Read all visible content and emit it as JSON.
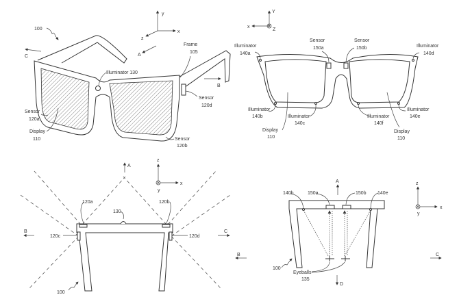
{
  "fig1": {
    "ref_100": "100",
    "axis": {
      "y": "y",
      "x": "x",
      "z": "z"
    },
    "dir_a": "A",
    "dir_b": "B",
    "dir_c": "C",
    "frame": [
      "Frame",
      "105"
    ],
    "illuminator_130": "Illuminator 130",
    "sensor_120d": [
      "Sensor",
      "120d"
    ],
    "sensor_120a": [
      "Sensor",
      "120a"
    ],
    "display_110": [
      "Display",
      "110"
    ],
    "sensor_120b": [
      "Sensor",
      "120b"
    ]
  },
  "fig2": {
    "axis": {
      "y": "Y",
      "x": "x",
      "z": "Z"
    },
    "illuminator_140a": [
      "Illuminator",
      "140a"
    ],
    "sensor_150a": [
      "Sensor",
      "150a"
    ],
    "sensor_150b": [
      "Sensor",
      "150b"
    ],
    "illuminator_140d": [
      "Illuminator",
      "140d"
    ],
    "illuminator_140b": [
      "Illuminator",
      "140b"
    ],
    "illuminator_140c": [
      "Illuminator",
      "140c"
    ],
    "illuminator_140f": [
      "Illuminator",
      "140f"
    ],
    "illuminator_140e": [
      "Illuminator",
      "140e"
    ],
    "display_left": [
      "Display",
      "110"
    ],
    "display_right": [
      "Display",
      "110"
    ]
  },
  "fig3": {
    "axis": {
      "z": "z",
      "x": "x",
      "y": "y"
    },
    "dir_a": "A",
    "dir_b": "B",
    "dir_c": "C",
    "ref_120a": "120a",
    "ref_120b": "120b",
    "ref_130": "130",
    "ref_120c": "120c",
    "ref_120d": "120d",
    "ref_100": "100"
  },
  "fig4": {
    "axis": {
      "z": "z",
      "x": "x",
      "y": "y"
    },
    "dir_a": "A",
    "dir_b": "B",
    "dir_c": "C",
    "dir_d": "D",
    "ref_140b": "140b",
    "ref_150a": "150a",
    "ref_150b": "150b",
    "ref_140e": "140e",
    "ref_100": "100",
    "eyeballs": [
      "Eyeballs",
      "135"
    ]
  }
}
